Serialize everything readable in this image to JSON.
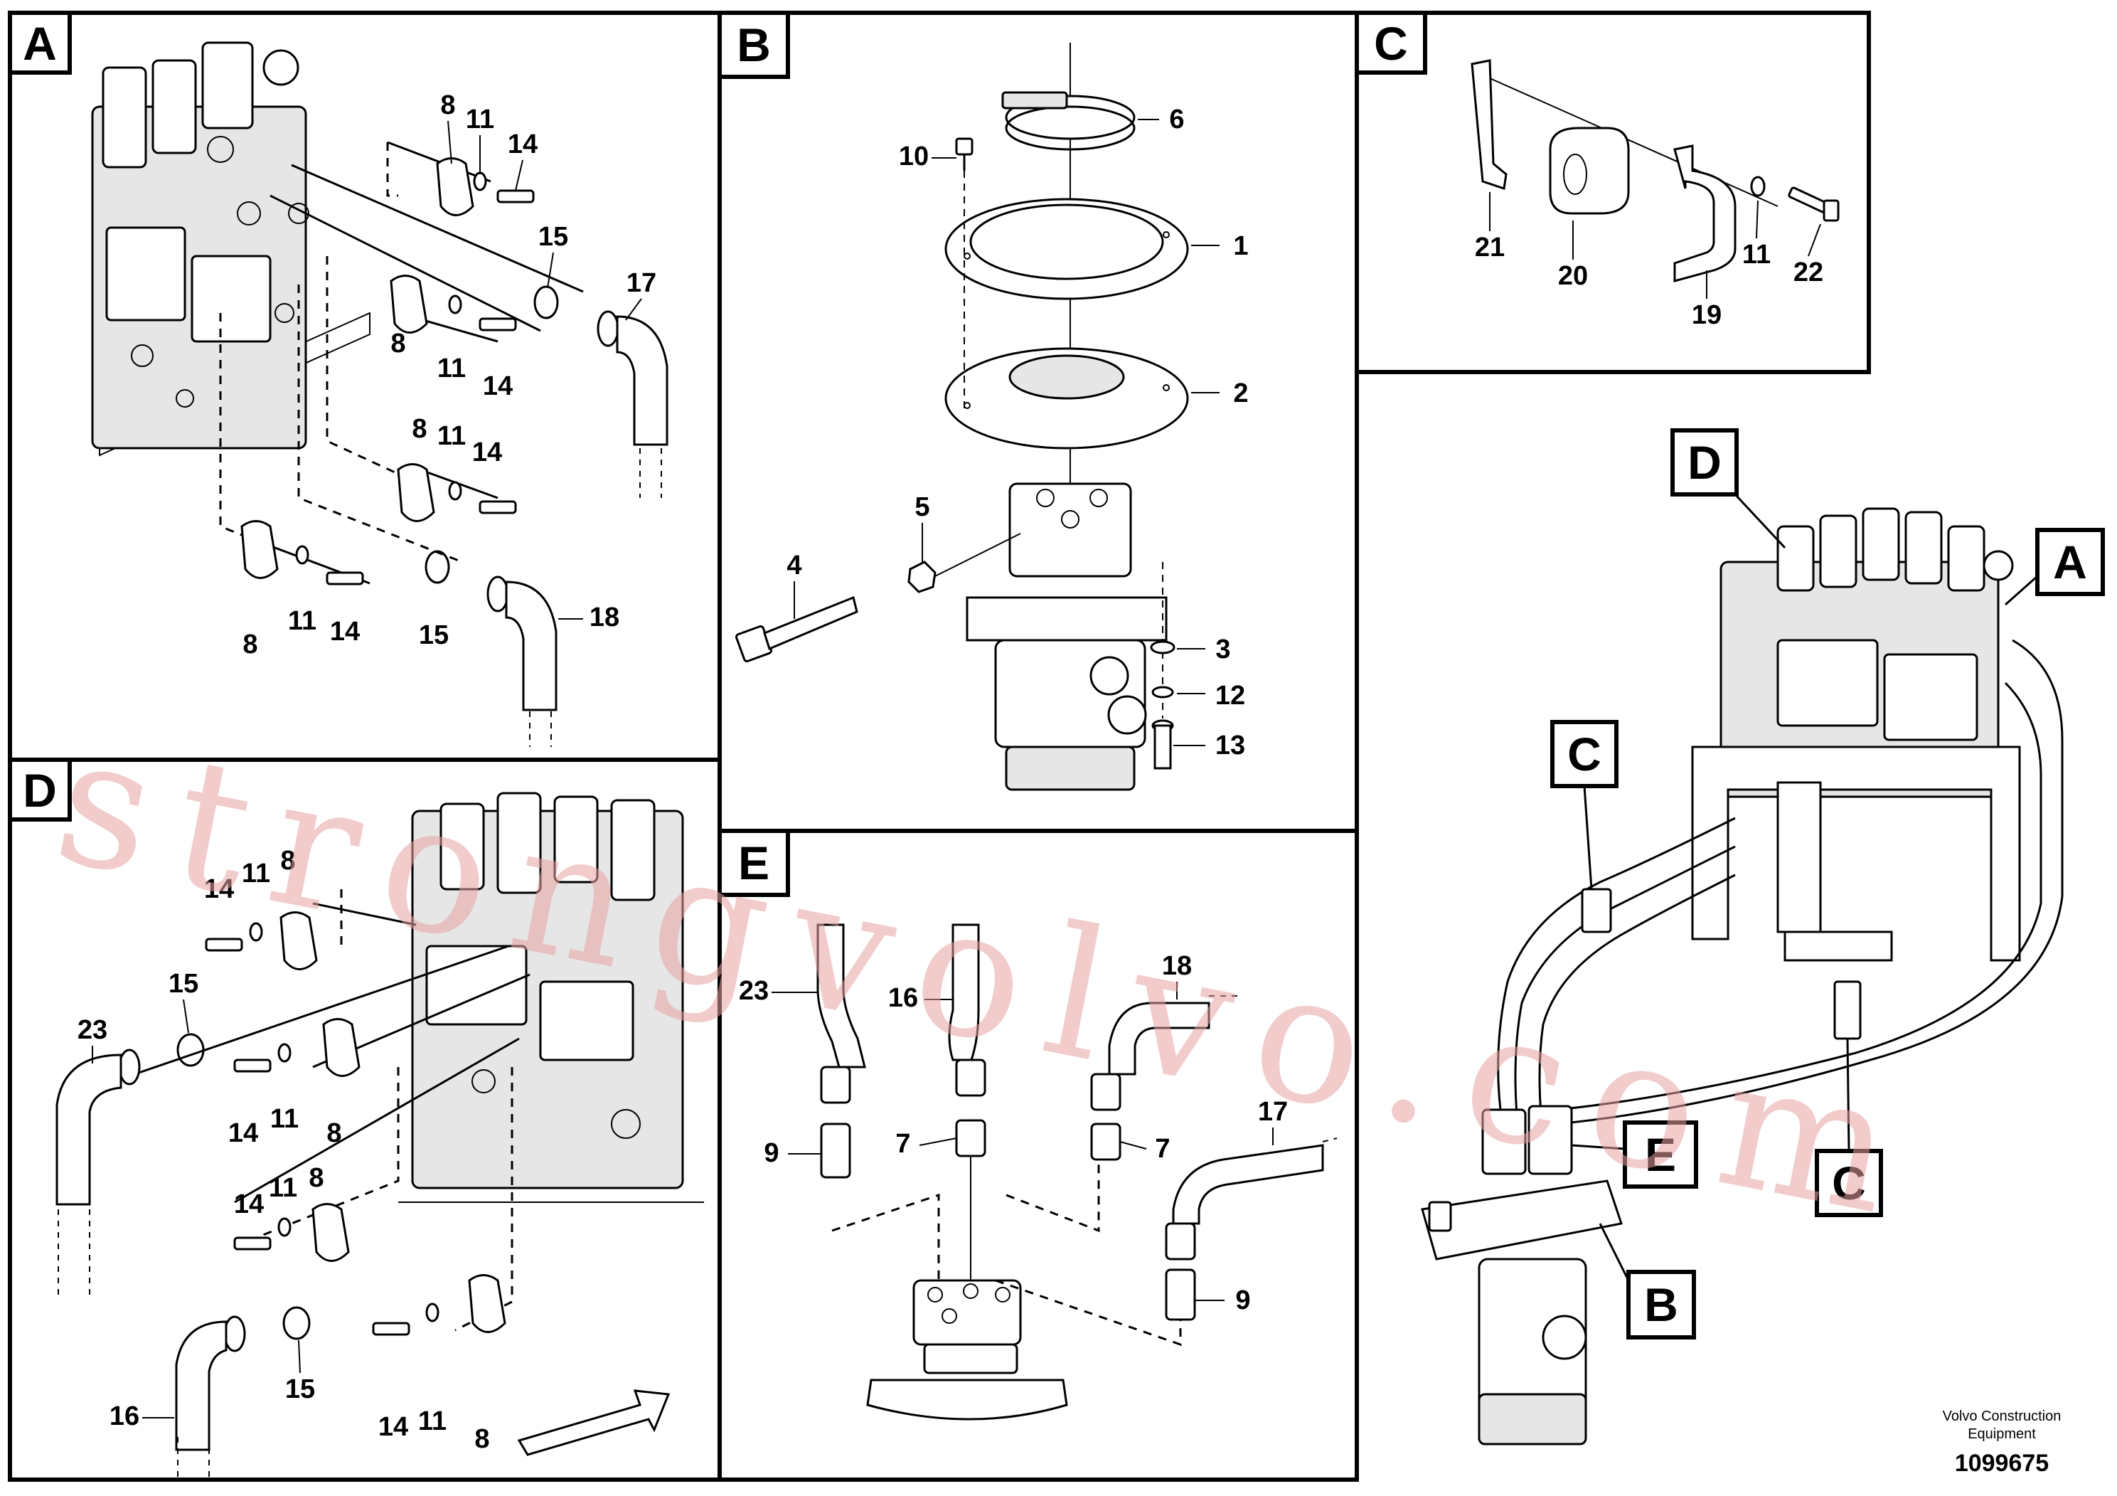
{
  "panels": {
    "A": {
      "tag": "A"
    },
    "B": {
      "tag": "B"
    },
    "C": {
      "tag": "C"
    },
    "D": {
      "tag": "D"
    },
    "E": {
      "tag": "E"
    }
  },
  "callouts": {
    "a": [
      "8",
      "11",
      "14",
      "15",
      "17",
      "8",
      "11",
      "14",
      "8",
      "11",
      "14",
      "8",
      "11",
      "14",
      "15",
      "18"
    ],
    "b": [
      "6",
      "10",
      "1",
      "2",
      "5",
      "4",
      "3",
      "12",
      "13"
    ],
    "c": [
      "21",
      "20",
      "19",
      "11",
      "22"
    ],
    "d": [
      "14",
      "11",
      "8",
      "15",
      "23",
      "14",
      "11",
      "8",
      "14",
      "11",
      "8",
      "14",
      "11",
      "8",
      "15",
      "16"
    ],
    "e": [
      "23",
      "16",
      "18",
      "9",
      "7",
      "7",
      "17",
      "9"
    ]
  },
  "overview_tags": [
    "D",
    "A",
    "C",
    "E",
    "C",
    "B"
  ],
  "watermark": "strongvolvo.com",
  "footer": {
    "company_line1": "Volvo Construction",
    "company_line2": "Equipment",
    "doc_number": "1099675"
  }
}
